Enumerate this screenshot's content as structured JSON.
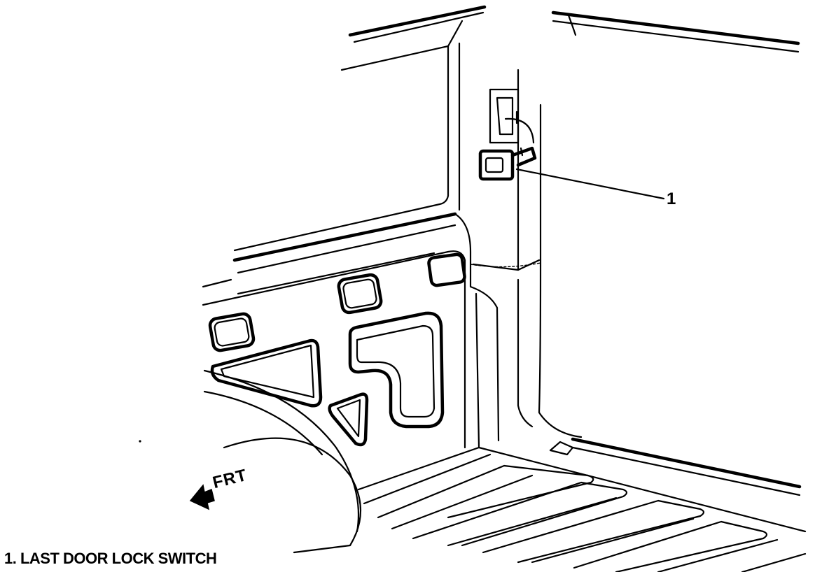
{
  "figure": {
    "callout_number": "1",
    "direction_label": "FRT",
    "legend": [
      {
        "number": "1.",
        "label": "LAST DOOR LOCK SWITCH"
      }
    ]
  }
}
